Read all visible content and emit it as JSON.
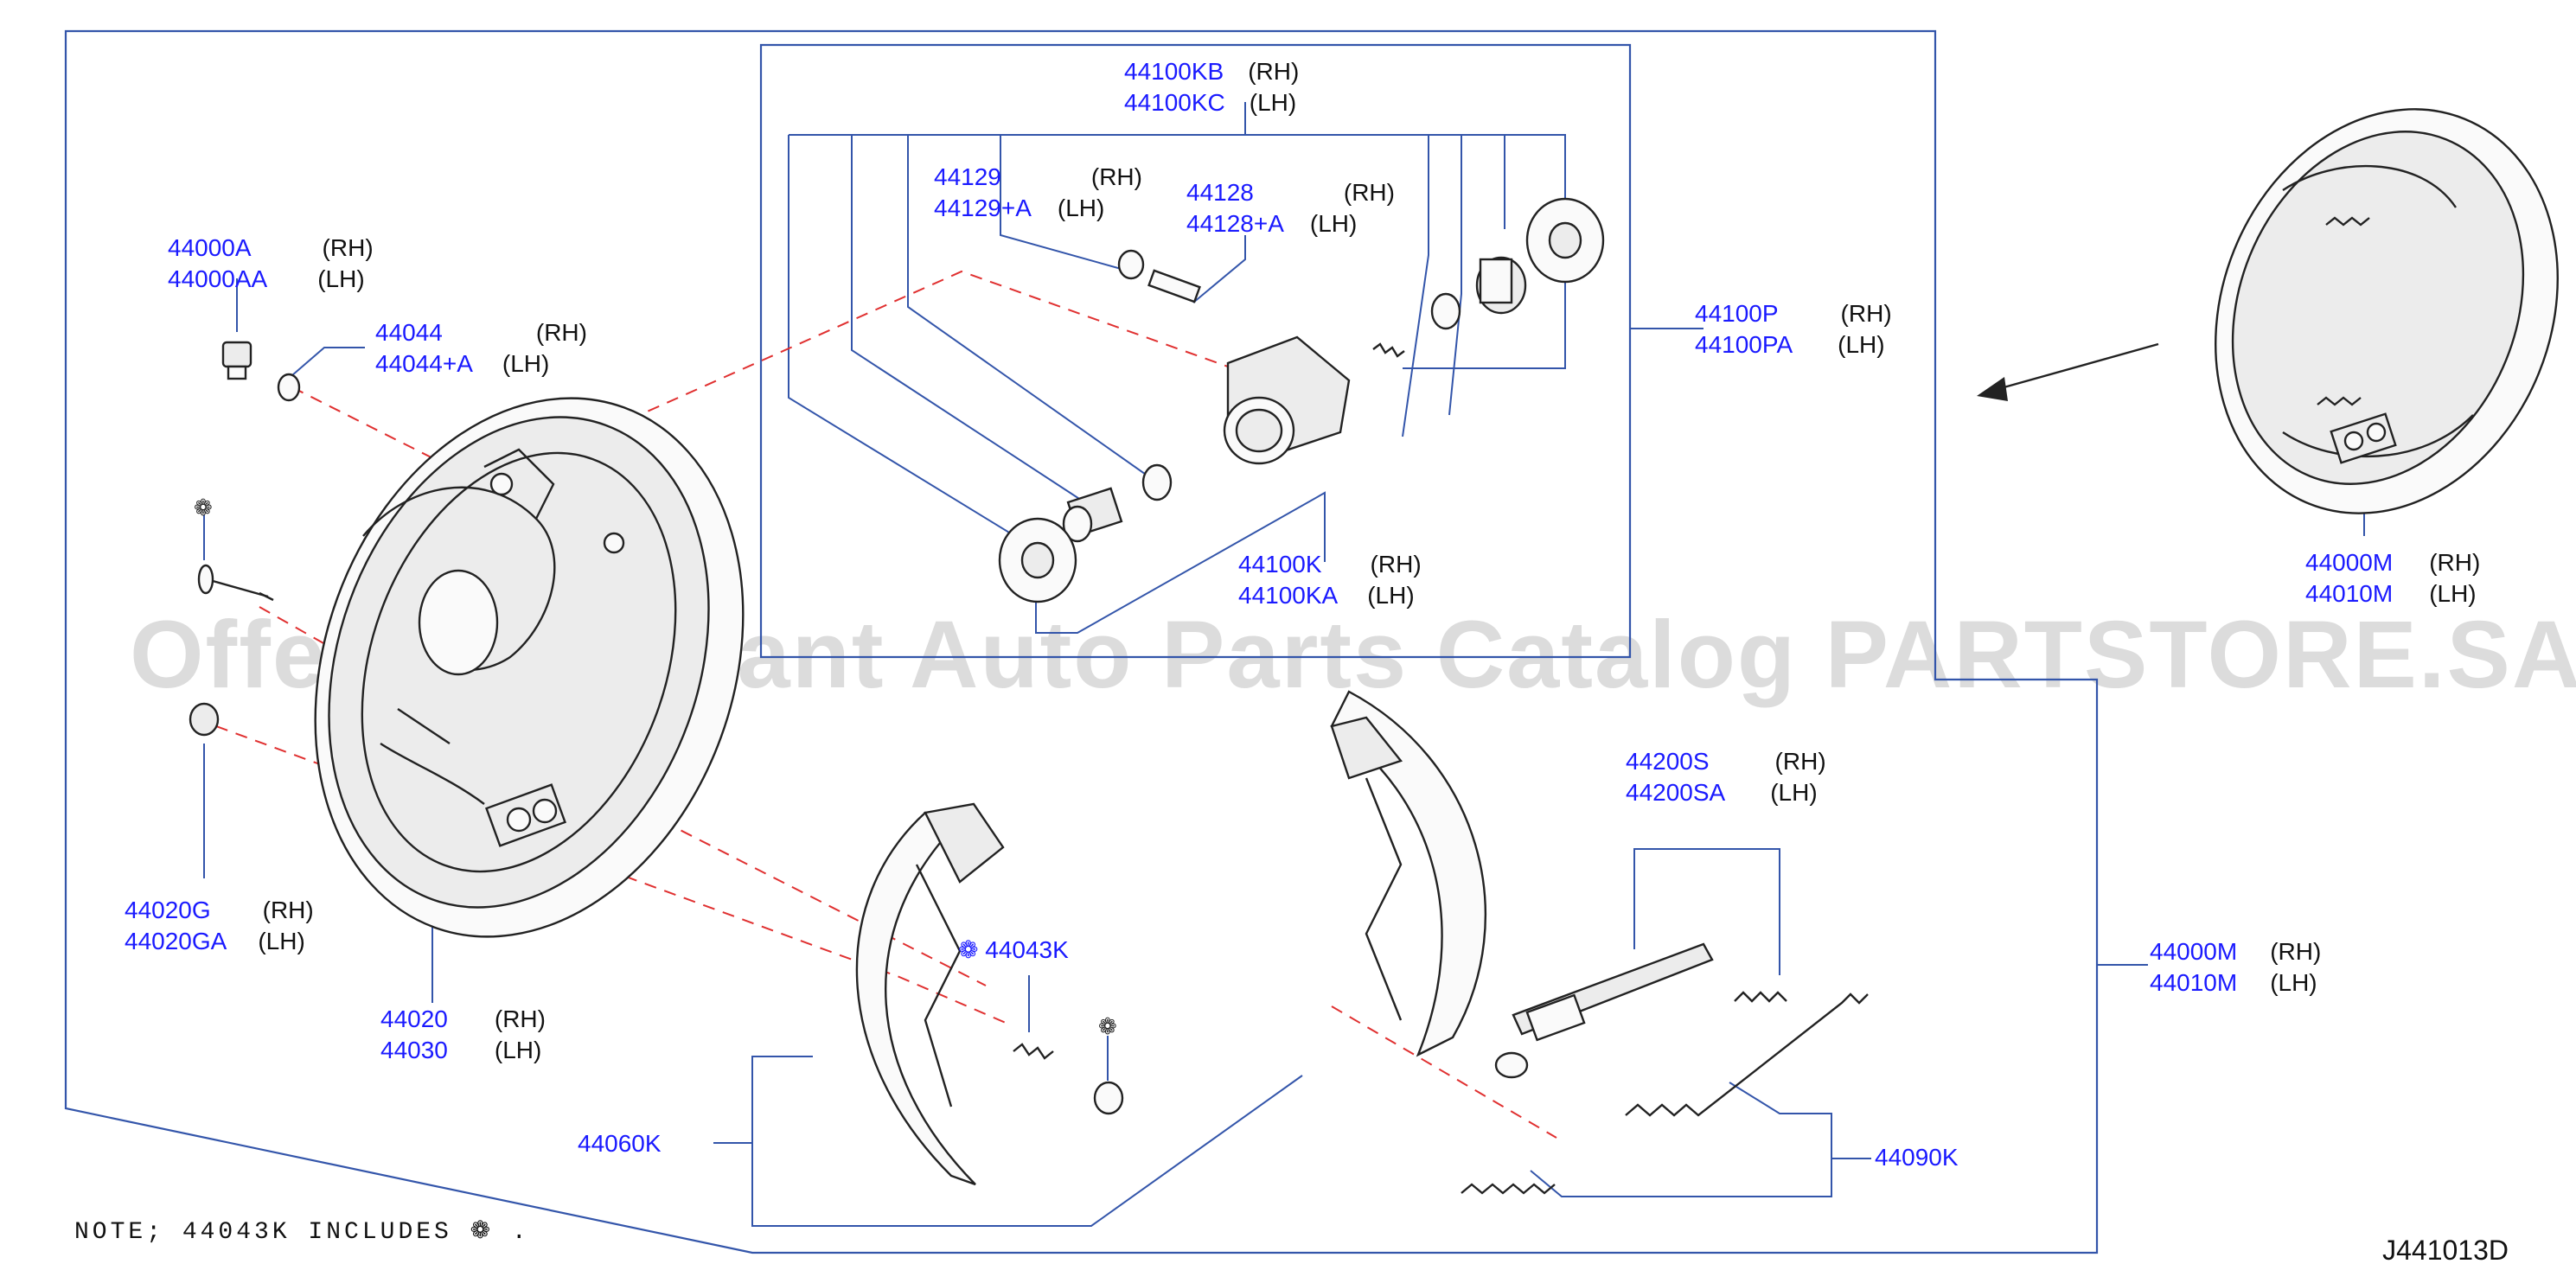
{
  "watermark": "Offers Merchant Auto Parts Catalog PARTSTORE.SA",
  "note": "NOTE; 44043K INCLUDES ❁ .",
  "diagram_code": "J441013D",
  "accent_color": "#1a1aff",
  "leader_color": "#3355aa",
  "reference_line_color": "#e03030",
  "labels": {
    "l44100kb": {
      "a": "44100KB",
      "b": "(RH)"
    },
    "l44100kc": {
      "a": "44100KC",
      "b": "(LH)"
    },
    "l44129": {
      "a": "44129",
      "b": "(RH)"
    },
    "l44129a": {
      "a": "44129+A",
      "b": "(LH)"
    },
    "l44128": {
      "a": "44128",
      "b": "(RH)"
    },
    "l44128a": {
      "a": "44128+A",
      "b": "(LH)"
    },
    "l44100p": {
      "a": "44100P",
      "b": "(RH)"
    },
    "l44100pa": {
      "a": "44100PA",
      "b": "(LH)"
    },
    "l44100k": {
      "a": "44100K",
      "b": "(RH)"
    },
    "l44100ka": {
      "a": "44100KA",
      "b": "(LH)"
    },
    "l44000a": {
      "a": "44000A",
      "b": "(RH)"
    },
    "l44000aa": {
      "a": "44000AA",
      "b": "(LH)"
    },
    "l44044": {
      "a": "44044",
      "b": "(RH)"
    },
    "l44044a": {
      "a": "44044+A",
      "b": "(LH)"
    },
    "l44000m_top": {
      "a": "44000M",
      "b": "(RH)"
    },
    "l44010m_top": {
      "a": "44010M",
      "b": "(LH)"
    },
    "l44020g": {
      "a": "44020G",
      "b": "(RH)"
    },
    "l44020ga": {
      "a": "44020GA",
      "b": "(LH)"
    },
    "l44020": {
      "a": "44020",
      "b": "(RH)"
    },
    "l44030": {
      "a": "44030",
      "b": "(LH)"
    },
    "l44043k": {
      "a": "❁ 44043K"
    },
    "l44060k": {
      "a": "44060K"
    },
    "l44200s": {
      "a": "44200S",
      "b": "(RH)"
    },
    "l44200sa": {
      "a": "44200SA",
      "b": "(LH)"
    },
    "l44000m_mid": {
      "a": "44000M",
      "b": "(RH)"
    },
    "l44010m_mid": {
      "a": "44010M",
      "b": "(LH)"
    },
    "l44090k": {
      "a": "44090K"
    }
  }
}
